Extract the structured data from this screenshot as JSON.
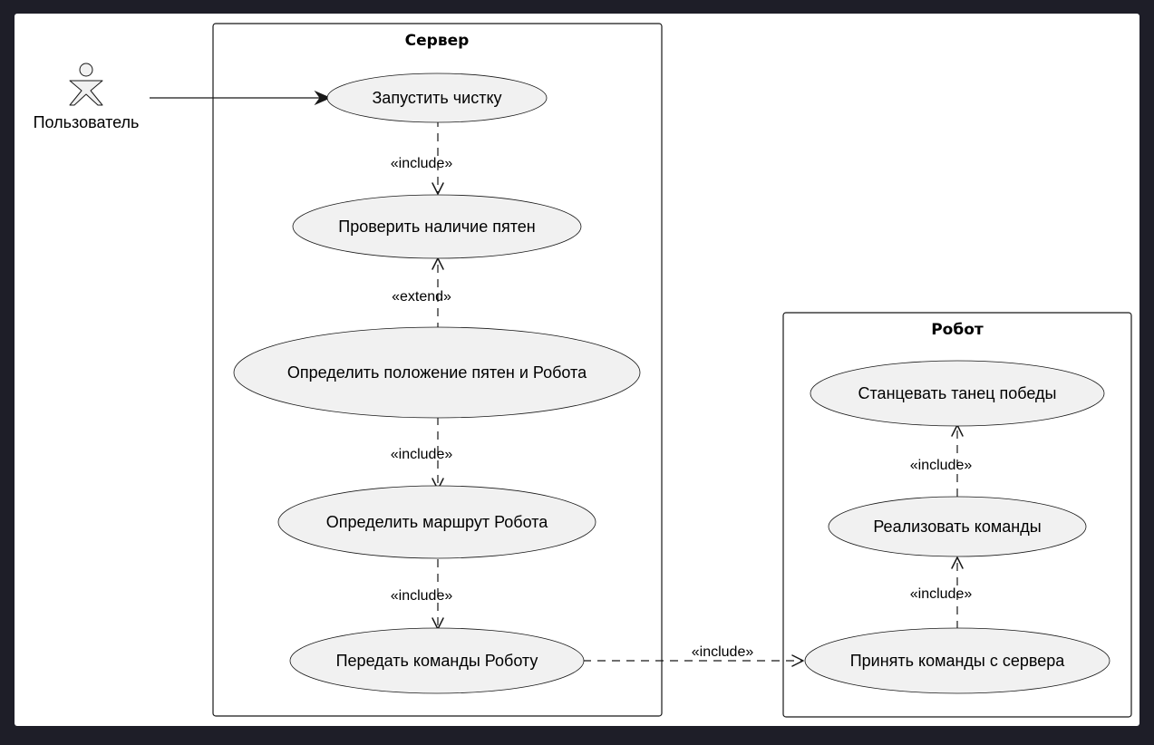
{
  "packages": {
    "server": {
      "title": "Сервер"
    },
    "robot": {
      "title": "Робот"
    }
  },
  "actor": {
    "label": "Пользователь"
  },
  "use_cases": {
    "start_cleaning": "Запустить чистку",
    "check_stains": "Проверить наличие пятен",
    "locate_stains_robot": "Определить положение пятен и Робота",
    "plan_route": "Определить маршрут Робота",
    "send_commands": "Передать команды Роботу",
    "dance": "Станцевать танец победы",
    "execute_commands": "Реализовать команды",
    "receive_commands": "Принять команды с сервера"
  },
  "relations": {
    "start_to_check": "«include»",
    "locate_to_check": "«extend»",
    "locate_to_route": "«include»",
    "route_to_send": "«include»",
    "send_to_receive": "«include»",
    "receive_to_execute": "«include»",
    "execute_to_dance": "«include»"
  }
}
